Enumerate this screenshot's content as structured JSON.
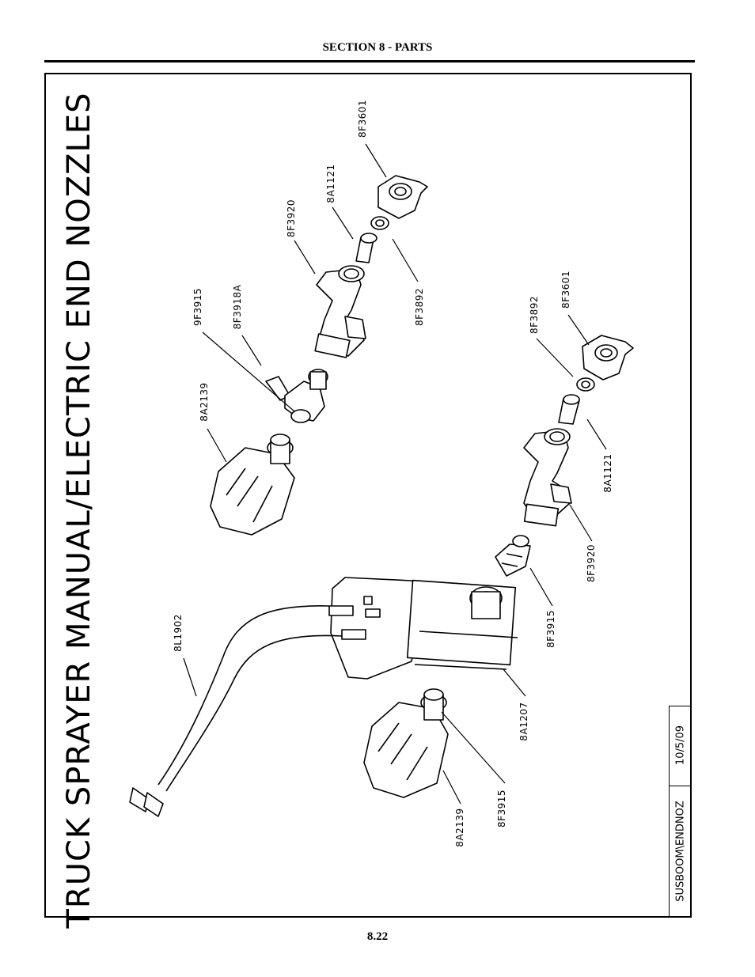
{
  "header": {
    "section": "SECTION 8 - PARTS"
  },
  "title": "TRUCK SPRAYER MANUAL/ELECTRIC END NOZZLES",
  "title_block": {
    "drawing_id": "SUSBOOM\\ENDNOZ",
    "date": "10/5/09"
  },
  "part_labels": [
    "8F3601",
    "8A1121",
    "8F3920",
    "9F3915",
    "8F3918A",
    "8A2139",
    "8F3892",
    "8F3892",
    "8F3601",
    "8A1121",
    "8F3920",
    "8L1902",
    "8F3915",
    "8A1207",
    "8A2139",
    "8F3915"
  ],
  "footer": {
    "page_number": "8.22"
  }
}
